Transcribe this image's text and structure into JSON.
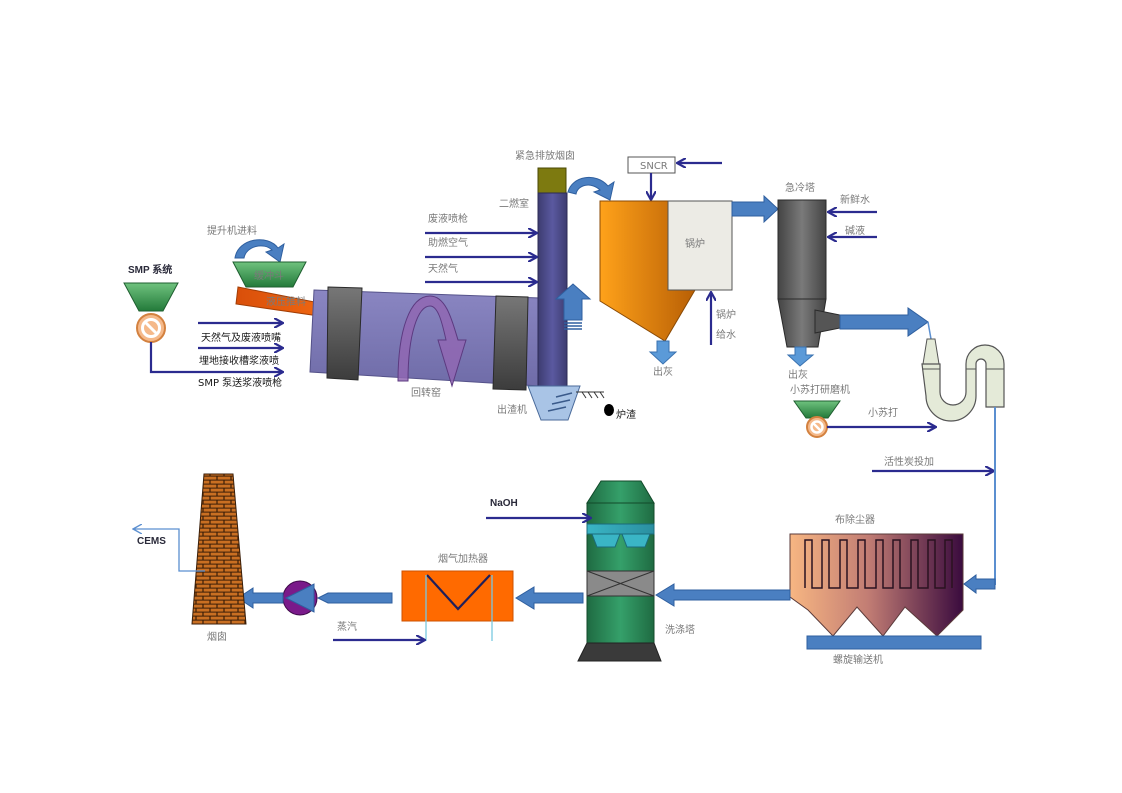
{
  "diagram": {
    "title": "",
    "colors": {
      "feed_arrow": "#2b2b8f",
      "flue_arrow": "#4a7fc1",
      "kiln": "#7b78b5",
      "secondary_chamber": "#4d4c86",
      "boiler_hopper": "#f2900f",
      "quench_tower": "#555555",
      "scrubber": "#2e8b57",
      "heater": "#ff6a00",
      "baghouse_start": "#f4b27e",
      "baghouse_end": "#3d0f3d",
      "stack_brick": "#b5651d",
      "hopper_green": "#3d9b58",
      "valve_orange": "#f5b98a",
      "pump_purple": "#7a1a8a"
    },
    "labels": {
      "smp_system": "SMP 系统",
      "elevator_feed": "提升机进料",
      "buffer_hopper": "缓冲斗",
      "hydraulic_pusher": "液压推料",
      "inlet_1": "天然气及废液喷嘴",
      "inlet_2": "埋地接收槽浆液喷",
      "inlet_3": "SMP 泵送浆液喷枪",
      "rotary_kiln": "回转窑",
      "slag_remover": "出渣机",
      "furnace_slag": "炉渣",
      "emergency_stack": "紧急排放烟囱",
      "secondary_chamber": "二燃室",
      "waste_liquid_gun": "废液喷枪",
      "combustion_air": "助燃空气",
      "natural_gas": "天然气",
      "sncr": "SNCR",
      "boiler": "锅炉",
      "boiler_feed_1": "锅炉",
      "boiler_feed_2": "给水",
      "ash_out_1": "出灰",
      "quench_tower": "急冷塔",
      "fresh_water": "新鲜水",
      "alkali_liquid": "碱液",
      "ash_out_2": "出灰",
      "soda_mill": "小苏打研磨机",
      "soda": "小苏打",
      "activated_carbon": "活性炭投加",
      "baghouse": "布除尘器",
      "screw_conveyor": "螺旋输送机",
      "scrubber": "洗涤塔",
      "naoh": "NaOH",
      "flue_gas_heater": "烟气加热器",
      "steam": "蒸汽",
      "stack": "烟囱",
      "cems": "CEMS"
    }
  }
}
